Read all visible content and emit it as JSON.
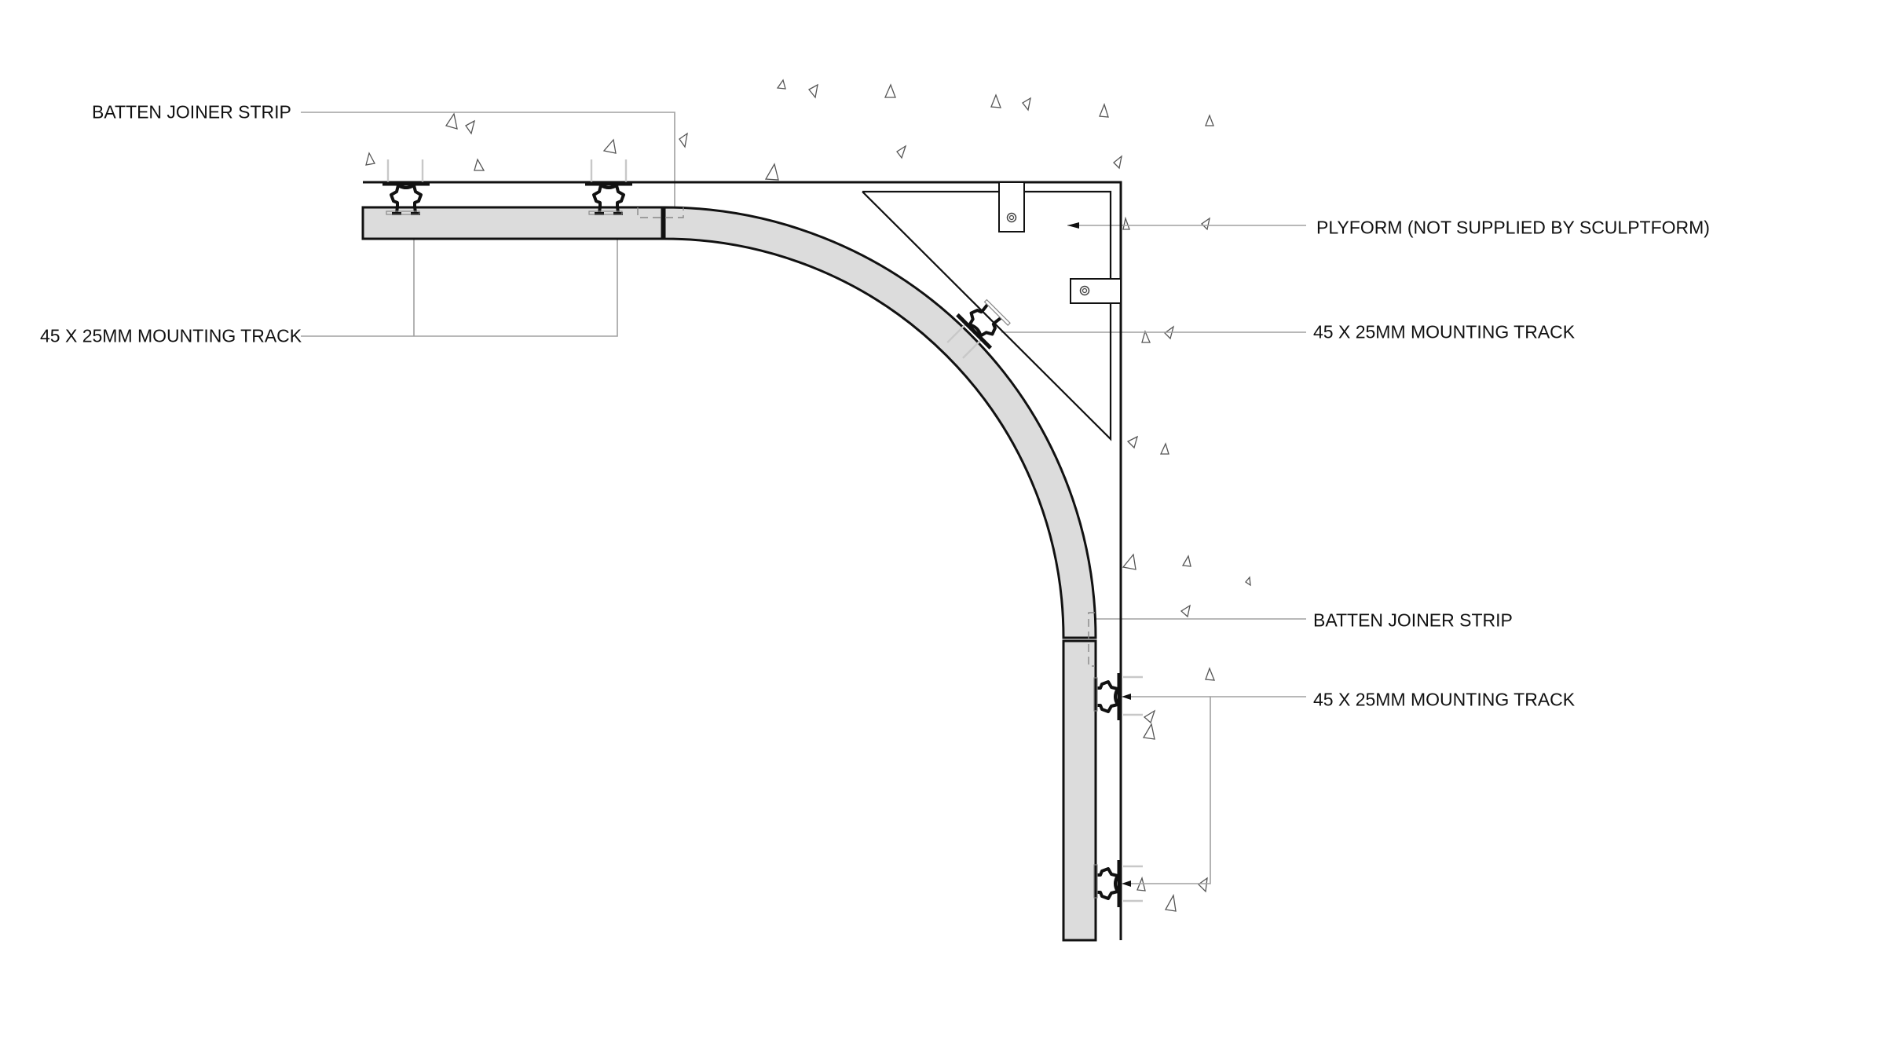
{
  "drawing": {
    "type": "architectural-section-detail",
    "subject": "Curved batten ceiling-to-wall transition on plyform",
    "colors": {
      "background": "#ffffff",
      "line": "#111111",
      "leader": "#a0a0a0",
      "panel_fill": "#dcdcdc",
      "aggregate": "#555555"
    }
  },
  "labels": {
    "left_top": "BATTEN JOINER STRIP",
    "left_bottom": "45 X 25MM MOUNTING TRACK",
    "right_plyform": "PLYFORM (NOT SUPPLIED BY SCULPTFORM)",
    "right_track_diagonal": "45 X 25MM MOUNTING TRACK",
    "right_joiner": "BATTEN JOINER STRIP",
    "right_track_wall": "45 X 25MM MOUNTING TRACK"
  },
  "components": {
    "horizontal_batten": "ceiling batten",
    "curved_batten": "curved corner batten",
    "vertical_batten": "wall batten",
    "mounting_tracks_count": 5,
    "brackets_count": 2
  }
}
